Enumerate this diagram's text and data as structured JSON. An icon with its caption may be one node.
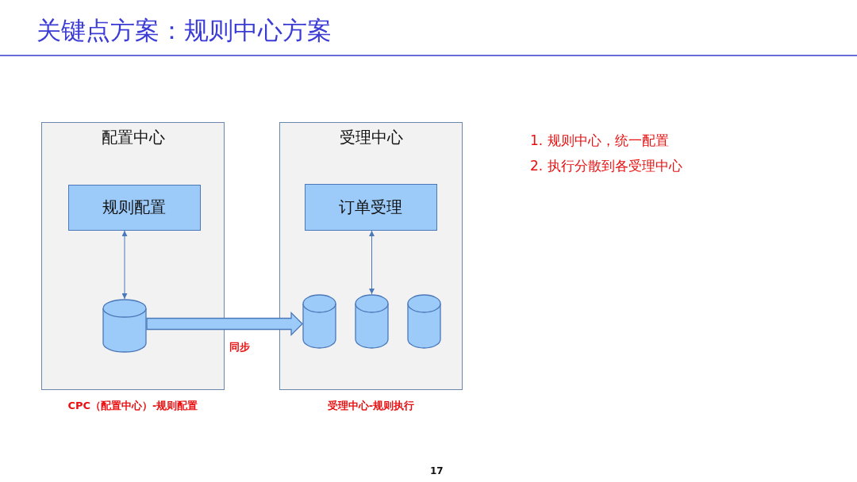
{
  "diagram": {
    "title": "关键点方案：规则中心方案",
    "nodes": [
      {
        "text": [
          "配置中心"
        ],
        "beside": [
          "CPC（配置中心）-规则配置"
        ]
      },
      {
        "text": [
          "规则配置"
        ],
        "in": 0
      },
      {
        "text": [],
        "shape": "cylinder",
        "in": 0
      },
      {
        "text": [
          "受理中心"
        ],
        "beside": [
          "受理中心-规则执行"
        ]
      },
      {
        "text": [
          "订单受理"
        ],
        "in": 3
      },
      {
        "text": [],
        "shape": "cylinder",
        "in": 3
      },
      {
        "text": [],
        "shape": "cylinder",
        "in": 3
      },
      {
        "text": [],
        "shape": "cylinder",
        "in": 3
      }
    ],
    "edges": [
      {
        "from": 1,
        "to": 2,
        "arrow": "both"
      },
      {
        "from": 4,
        "to": 6,
        "arrow": "both"
      },
      {
        "from": 2,
        "to": 5,
        "arrow": "to",
        "label": "同步",
        "style": "thick"
      }
    ],
    "labels": [
      "1. 规则中心，统一配置",
      "2. 执行分散到各受理中心",
      "17"
    ]
  }
}
